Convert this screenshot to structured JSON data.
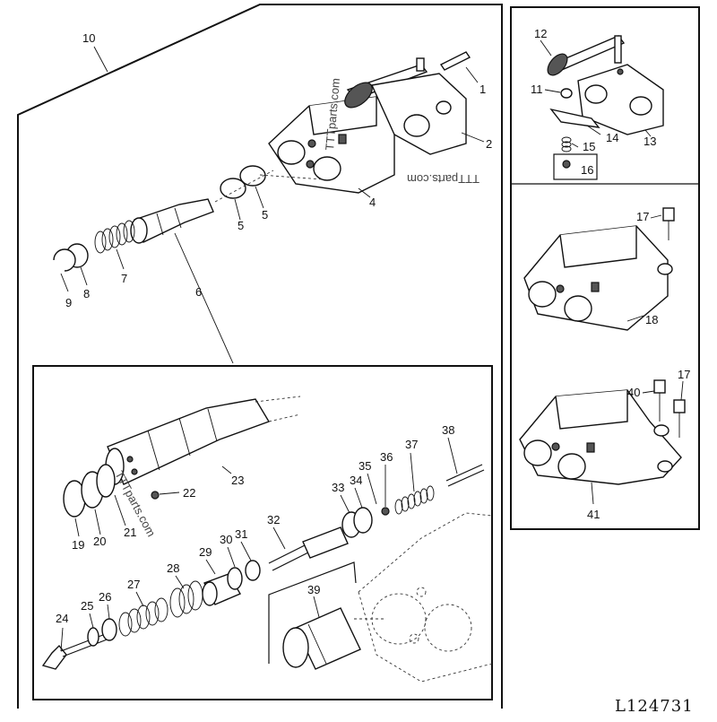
{
  "callouts": {
    "c1": "1",
    "c2": "2",
    "c4": "4",
    "c5a": "5",
    "c5b": "5",
    "c6": "6",
    "c7": "7",
    "c8": "8",
    "c9": "9",
    "c10": "10",
    "c11": "11",
    "c12": "12",
    "c13": "13",
    "c14": "14",
    "c15": "15",
    "c16": "16",
    "c17a": "17",
    "c17b": "17",
    "c18": "18",
    "c19": "19",
    "c20": "20",
    "c21": "21",
    "c22": "22",
    "c23": "23",
    "c24": "24",
    "c25": "25",
    "c26": "26",
    "c27": "27",
    "c28": "28",
    "c29": "29",
    "c30": "30",
    "c31": "31",
    "c32": "32",
    "c33": "33",
    "c34": "34",
    "c35": "35",
    "c36": "36",
    "c37": "37",
    "c38": "38",
    "c39": "39",
    "c40": "40",
    "c41": "41"
  },
  "reference_code": "L124731",
  "watermarks": {
    "w1": "TTTparts.com",
    "w2": "TTTparts.com",
    "w3": "TTTparts.com"
  }
}
